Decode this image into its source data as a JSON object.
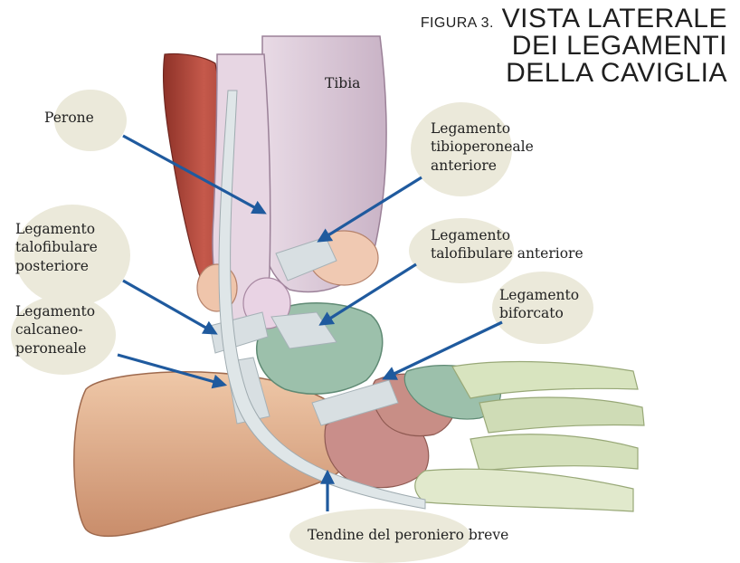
{
  "title": {
    "figure_label": "FIGURA 3.",
    "line1": "VISTA LATERALE",
    "line2": "DEI LEGAMENTI",
    "line3": "DELLA CAVIGLIA"
  },
  "labels": {
    "tibia": "Tibia",
    "perone": "Perone",
    "tibioperoneale": [
      "Legamento",
      "tibioperoneale",
      "anteriore"
    ],
    "talofibulare_posteriore": [
      "Legamento",
      "talofibulare",
      "posteriore"
    ],
    "talofibulare_anteriore": [
      "Legamento",
      "talofibulare anteriore"
    ],
    "biforcato": [
      "Legamento",
      "biforcato"
    ],
    "calcaneoperoneale": [
      "Legamento",
      "calcaneo-",
      "peroneale"
    ],
    "tendine": "Tendine del peroniero breve"
  },
  "colors": {
    "bubble": "#e9e7d7",
    "arrow": "#1f5a9e",
    "bone": "#e3b28f",
    "muscle": "#b34a3e",
    "ligament": "#d6dde0",
    "talus_green": "#9cc0ab",
    "tibia_lilac": "#ddc9d9",
    "foot_green": "#cfdcb6"
  }
}
